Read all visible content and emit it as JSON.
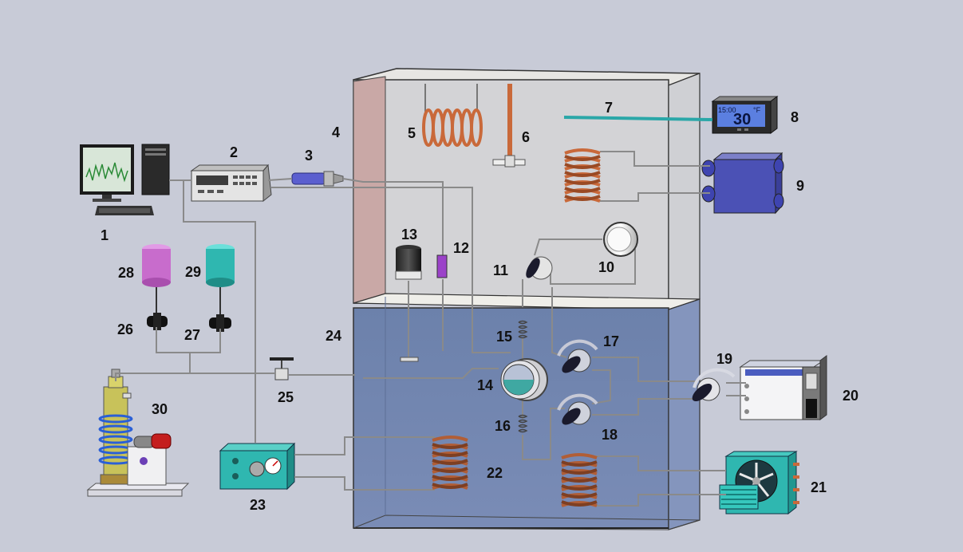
{
  "labels": [
    "1",
    "2",
    "3",
    "4",
    "5",
    "6",
    "7",
    "8",
    "9",
    "10",
    "11",
    "12",
    "13",
    "14",
    "15",
    "16",
    "17",
    "18",
    "19",
    "20",
    "21",
    "22",
    "23",
    "24",
    "25",
    "26",
    "27",
    "28",
    "29",
    "30"
  ],
  "thermometer": {
    "time": "15:00",
    "temp": "30",
    "unit": "°F"
  },
  "colors": {
    "background": "#c8cbd7",
    "bath_water": "#7186ad",
    "air_chamber_wall": "#c9a8a6",
    "copper": "#c9693a",
    "blue_device": "#4b51b5",
    "cyan_device": "#2fb7b0",
    "purple_cylinder": "#c86ccc"
  }
}
